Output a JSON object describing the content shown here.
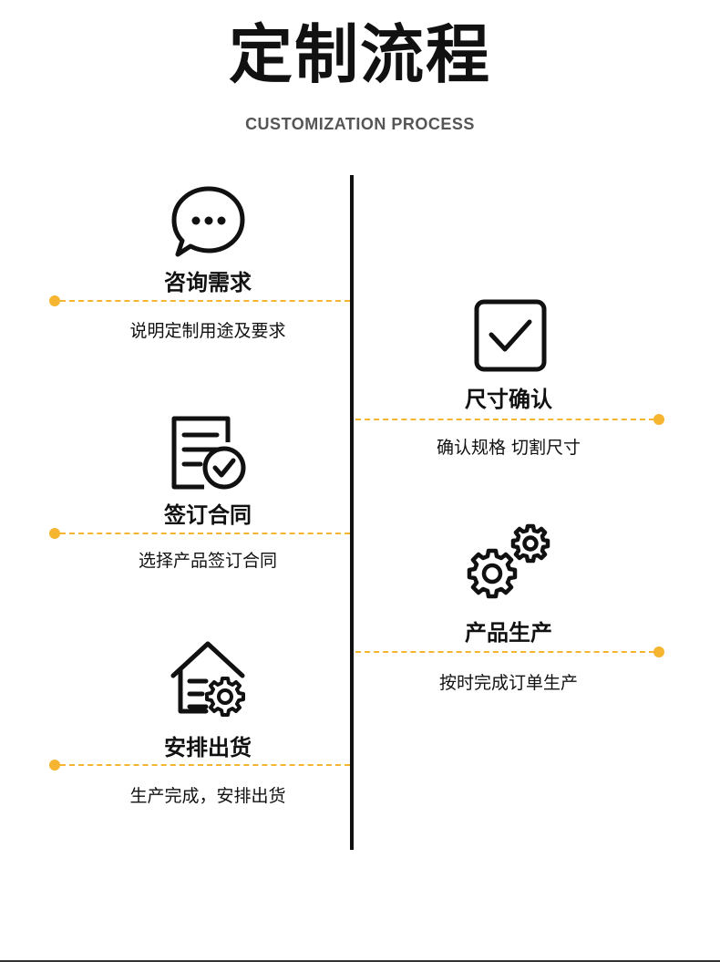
{
  "header": {
    "title": "定制流程",
    "subtitle": "CUSTOMIZATION PROCESS"
  },
  "accent_color": "#f5b530",
  "steps": [
    {
      "icon": "chat-bubble-icon",
      "title": "咨询需求",
      "desc": "说明定制用途及要求"
    },
    {
      "icon": "checkbox-icon",
      "title": "尺寸确认",
      "desc": "确认规格 切割尺寸"
    },
    {
      "icon": "contract-icon",
      "title": "签订合同",
      "desc": "选择产品签订合同"
    },
    {
      "icon": "gears-icon",
      "title": "产品生产",
      "desc": "按时完成订单生产"
    },
    {
      "icon": "warehouse-icon",
      "title": "安排出货",
      "desc": "生产完成，安排出货"
    }
  ]
}
